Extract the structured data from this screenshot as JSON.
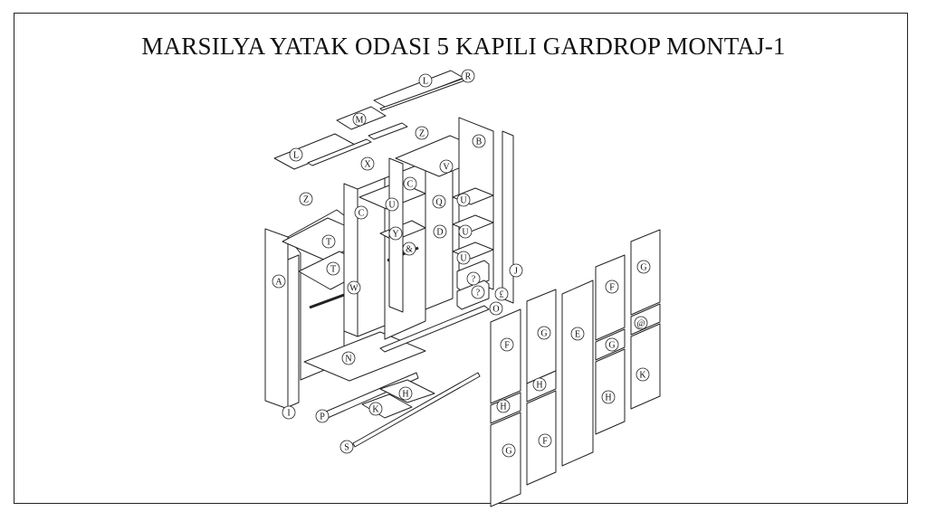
{
  "title": "MARSILYA YATAK ODASI 5 KAPILI GARDROP MONTAJ-1",
  "part_labels": [
    "L",
    "R",
    "M",
    "L",
    "Z",
    "B",
    "X",
    "V",
    "C",
    "Z",
    "U",
    "C",
    "Q",
    "U",
    "T",
    "Y",
    "D",
    "U",
    "&",
    "T",
    "U",
    "W",
    "?",
    "?",
    "J",
    "A",
    "£",
    "O",
    "F",
    "G",
    "N",
    "F",
    "G",
    "E",
    "H",
    "H",
    "G",
    "@",
    "K",
    "H",
    "H",
    "K",
    "I",
    "P",
    "G",
    "F",
    "S"
  ]
}
